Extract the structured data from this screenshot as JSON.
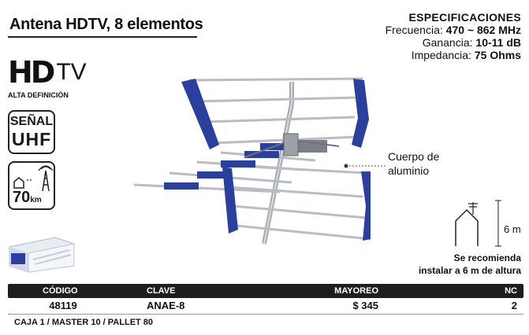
{
  "title": "Antena HDTV, 8 elementos",
  "specs": {
    "heading": "ESPECIFICACIONES",
    "frequency_label": "Frecuencia:",
    "frequency_value": "470 ~ 862 MHz",
    "gain_label": "Ganancia:",
    "gain_value": "10-11 dB",
    "impedance_label": "Impedancia:",
    "impedance_value": "75 Ohms"
  },
  "badges": {
    "hd_letters": "HD",
    "tv_letters": "TV",
    "hd_caption": "ALTA DEFINICIÓN",
    "signal_line1": "SEÑAL",
    "signal_line2": "UHF",
    "range_number": "70",
    "range_unit": "km"
  },
  "callout": {
    "line1": "Cuerpo de",
    "line2": "aluminio"
  },
  "install": {
    "height": "6 m",
    "advice_line1": "Se recomienda",
    "advice_line2": "instalar a 6 m de altura"
  },
  "table": {
    "headers": [
      "CÓDIGO",
      "CLAVE",
      "MAYOREO",
      "NC"
    ],
    "row": [
      "48119",
      "ANAE-8",
      "$ 345",
      "2"
    ]
  },
  "footer": "CAJA 1 / MASTER 10 / PALLET 80",
  "colors": {
    "element_blue": "#2a3f9e",
    "aluminum": "#b9bcc2",
    "table_header": "#1e1e1e"
  }
}
